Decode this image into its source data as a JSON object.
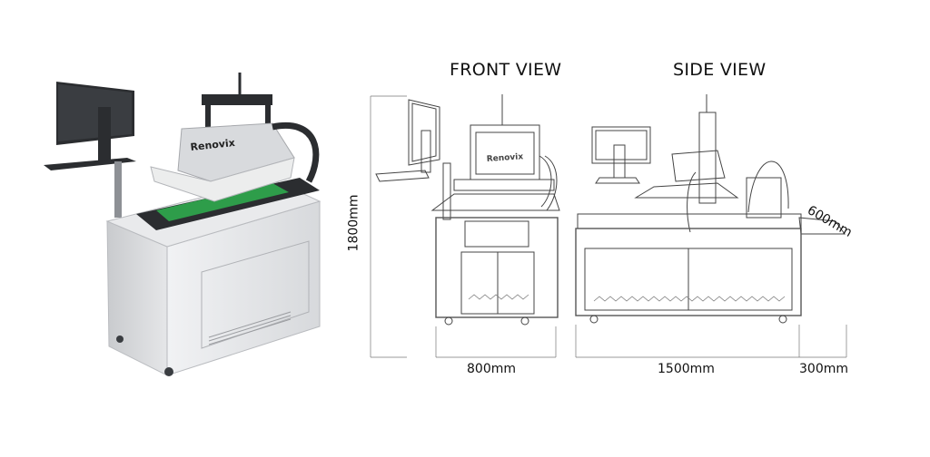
{
  "labels": {
    "front_view": "FRONT VIEW",
    "side_view": "SIDE VIEW",
    "height": "1800mm",
    "front_width": "800mm",
    "side_length": "1500mm",
    "extension": "300mm",
    "depth": "600mm"
  },
  "brand": {
    "logo_text": "Renovix"
  },
  "colors": {
    "machine_body": "#e6e7e9",
    "machine_dark": "#2b2d30",
    "conveyor_green": "#2e9d4a",
    "line_art": "#444444"
  }
}
